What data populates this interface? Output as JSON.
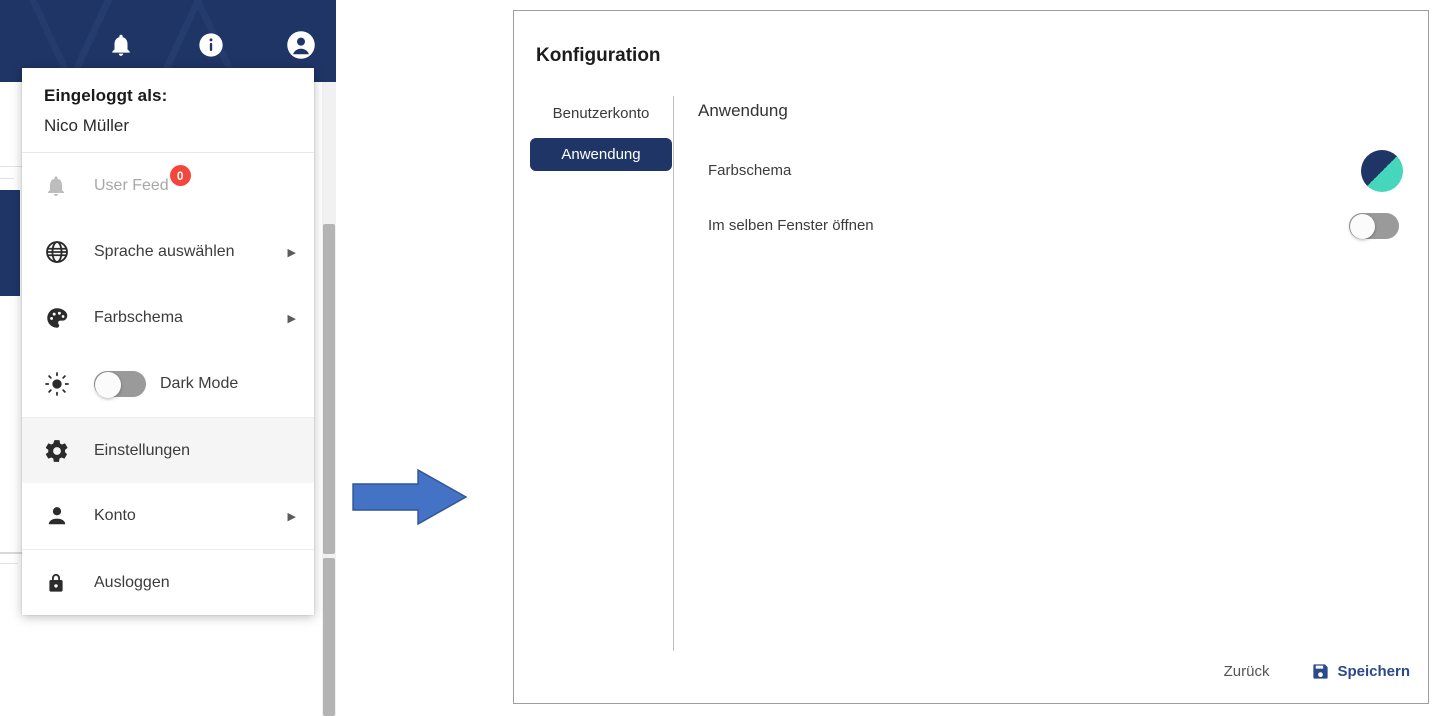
{
  "colors": {
    "navy": "#1f3566",
    "teal": "#45d6bb",
    "badge_red": "#f4473b",
    "arrow_blue": "#4472c4",
    "arrow_blue_border": "#2f5597",
    "save_blue": "#2b4a8b",
    "toggle_off_track": "#9a9a9a"
  },
  "left_panel": {
    "header": {
      "icons": [
        {
          "name": "notifications-bell-icon",
          "label": "bell-icon"
        },
        {
          "name": "info-icon",
          "label": "info-icon"
        },
        {
          "name": "account-circle-icon",
          "label": "account-icon"
        }
      ]
    },
    "dropdown": {
      "logged_in_label": "Eingeloggt als:",
      "user_name": "Nico Müller",
      "items": [
        {
          "icon": "bell-icon",
          "label": "User Feed",
          "badge": "0",
          "disabled": true,
          "has_caret": false,
          "has_toggle": false
        },
        {
          "icon": "globe-icon",
          "label": "Sprache auswählen",
          "badge": null,
          "disabled": false,
          "has_caret": true,
          "has_toggle": false
        },
        {
          "icon": "palette-icon",
          "label": "Farbschema",
          "badge": null,
          "disabled": false,
          "has_caret": true,
          "has_toggle": false
        },
        {
          "icon": "brightness-sun-icon",
          "label": "Dark Mode",
          "badge": null,
          "disabled": false,
          "has_caret": false,
          "has_toggle": true,
          "toggle_state": "off"
        },
        {
          "icon": "gear-icon",
          "label": "Einstellungen",
          "badge": null,
          "disabled": false,
          "has_caret": false,
          "has_toggle": false,
          "active": true
        },
        {
          "icon": "person-icon",
          "label": "Konto",
          "badge": null,
          "disabled": false,
          "has_caret": true,
          "has_toggle": false
        },
        {
          "icon": "lock-icon",
          "label": "Ausloggen",
          "badge": null,
          "disabled": false,
          "has_caret": false,
          "has_toggle": false
        }
      ]
    }
  },
  "arrow": {
    "name": "right-arrow",
    "direction": "right"
  },
  "dialog": {
    "title": "Konfiguration",
    "tabs": [
      {
        "label": "Benutzerkonto",
        "selected": false
      },
      {
        "label": "Anwendung",
        "selected": true
      }
    ],
    "section_title": "Anwendung",
    "rows": [
      {
        "label": "Farbschema",
        "control": "color-swatch",
        "value": "navy-teal"
      },
      {
        "label": "Im selben Fenster öffnen",
        "control": "toggle",
        "value": "off"
      }
    ],
    "footer": {
      "back_label": "Zurück",
      "save_label": "Speichern",
      "save_icon": "save-floppy-icon"
    }
  }
}
